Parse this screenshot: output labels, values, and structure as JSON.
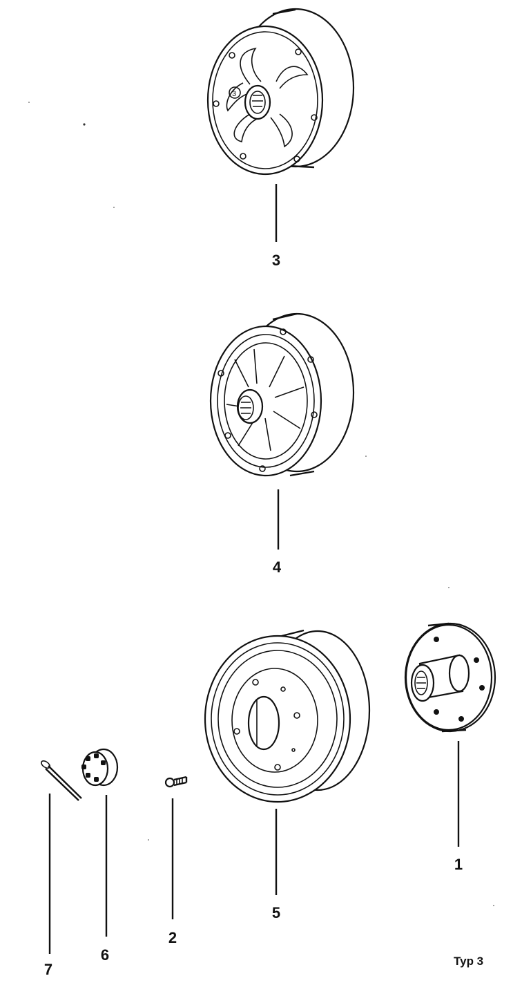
{
  "diagram": {
    "parts": [
      {
        "id": "brake-drum-ribbed",
        "label": "3"
      },
      {
        "id": "brake-drum-finned",
        "label": "4"
      },
      {
        "id": "brake-drum-plain",
        "label": "5"
      },
      {
        "id": "wheel-hub",
        "label": "1"
      },
      {
        "id": "wheel-bolt",
        "label": "2"
      },
      {
        "id": "castle-nut",
        "label": "6"
      },
      {
        "id": "cotter-pin",
        "label": "7"
      }
    ],
    "footer_note": "Typ 3"
  }
}
